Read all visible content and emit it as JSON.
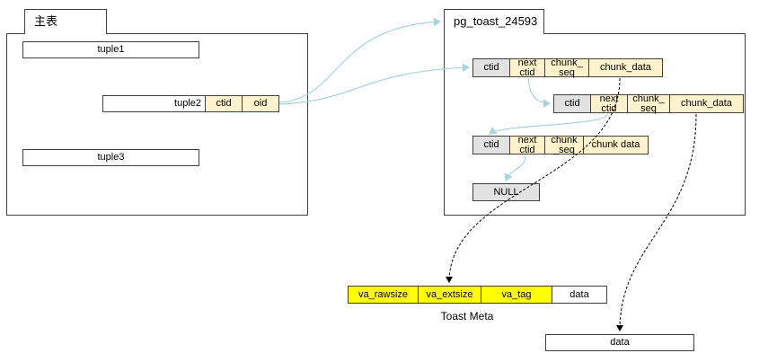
{
  "main_table": {
    "tab_title": "主表",
    "tuple1": "tuple1",
    "tuple2": "tuple2",
    "tuple2_ctid": "ctid",
    "tuple2_oid": "oid",
    "tuple3": "tuple3"
  },
  "toast_table": {
    "tab_title": "pg_toast_24593",
    "row1": {
      "ctid": "ctid",
      "next_ctid": "next\nctid",
      "chunk_seq": "chunk_\nseq",
      "chunk_data": "chunk_data"
    },
    "row2": {
      "ctid": "ctid",
      "next_ctid": "next\nctid",
      "chunk_seq": "chunk_\nseq",
      "chunk_data": "chunk_data"
    },
    "row3": {
      "ctid": "ctid",
      "next_ctid": "next\nctid",
      "chunk_seq": "chunk\n_seq",
      "chunk_data": "chunk data"
    },
    "null_label": "NULL"
  },
  "toast_meta": {
    "va_rawsize": "va_rawsize",
    "va_extsize": "va_extsize",
    "va_tag": "va_tag",
    "data": "data",
    "caption": "Toast Meta"
  },
  "data_box": "data",
  "colors": {
    "cream": "#fff2cc",
    "gray": "#e2e2e2",
    "yellow": "#ffff00",
    "connector": "#a8d4dc",
    "dashed": "#000000"
  }
}
